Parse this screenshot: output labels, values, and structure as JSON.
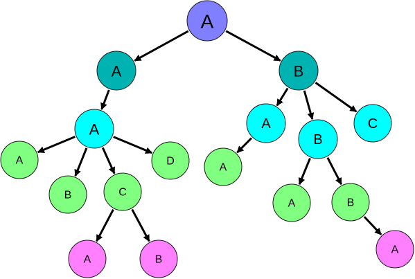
{
  "colors": {
    "root": "#7f7fff",
    "level1": "#00b3b3",
    "level2": "#00ffff",
    "level3": "#80ff80",
    "level4": "#ff80ff"
  },
  "nodes": [
    {
      "id": "n_root",
      "label": "A",
      "level": "root"
    },
    {
      "id": "n_L_A",
      "label": "A",
      "level": "level1"
    },
    {
      "id": "n_R_B",
      "label": "B",
      "level": "level1"
    },
    {
      "id": "n_LA_A",
      "label": "A",
      "level": "level2"
    },
    {
      "id": "n_RB_A",
      "label": "A",
      "level": "level2"
    },
    {
      "id": "n_RB_B",
      "label": "B",
      "level": "level2"
    },
    {
      "id": "n_RB_C",
      "label": "C",
      "level": "level2"
    },
    {
      "id": "n_LAA_A",
      "label": "A",
      "level": "level3"
    },
    {
      "id": "n_LAA_B",
      "label": "B",
      "level": "level3"
    },
    {
      "id": "n_LAA_C",
      "label": "C",
      "level": "level3"
    },
    {
      "id": "n_LAA_D",
      "label": "D",
      "level": "level3"
    },
    {
      "id": "n_RBA_A",
      "label": "A",
      "level": "level3"
    },
    {
      "id": "n_RBB_A",
      "label": "A",
      "level": "level3"
    },
    {
      "id": "n_RBB_B",
      "label": "B",
      "level": "level3"
    },
    {
      "id": "n_LAAC_A",
      "label": "A",
      "level": "level4"
    },
    {
      "id": "n_LAAC_B",
      "label": "B",
      "level": "level4"
    },
    {
      "id": "n_RBBB_A",
      "label": "A",
      "level": "level4"
    }
  ],
  "edges": [
    {
      "from": "n_root",
      "to": "n_L_A"
    },
    {
      "from": "n_root",
      "to": "n_R_B"
    },
    {
      "from": "n_L_A",
      "to": "n_LA_A"
    },
    {
      "from": "n_R_B",
      "to": "n_RB_A"
    },
    {
      "from": "n_R_B",
      "to": "n_RB_B"
    },
    {
      "from": "n_R_B",
      "to": "n_RB_C"
    },
    {
      "from": "n_LA_A",
      "to": "n_LAA_A"
    },
    {
      "from": "n_LA_A",
      "to": "n_LAA_B"
    },
    {
      "from": "n_LA_A",
      "to": "n_LAA_C"
    },
    {
      "from": "n_LA_A",
      "to": "n_LAA_D"
    },
    {
      "from": "n_RB_A",
      "to": "n_RBA_A"
    },
    {
      "from": "n_RB_B",
      "to": "n_RBB_A"
    },
    {
      "from": "n_RB_B",
      "to": "n_RBB_B"
    },
    {
      "from": "n_LAA_C",
      "to": "n_LAAC_A"
    },
    {
      "from": "n_LAA_C",
      "to": "n_LAAC_B"
    },
    {
      "from": "n_RBB_B",
      "to": "n_RBBB_A"
    }
  ]
}
